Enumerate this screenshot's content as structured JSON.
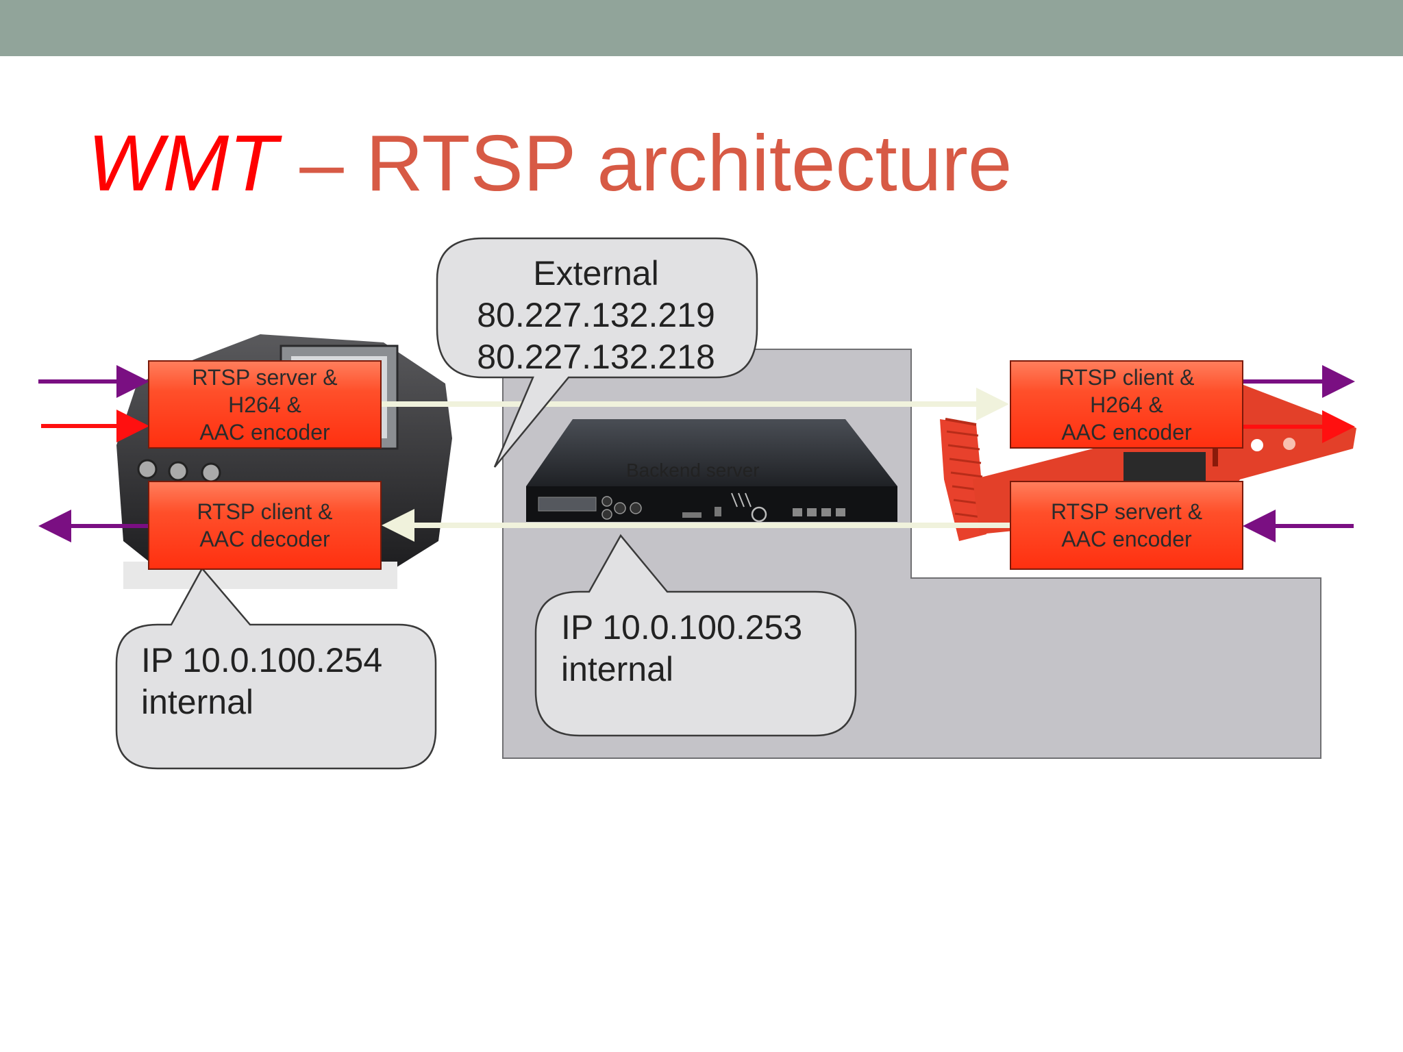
{
  "colors": {
    "topbar": "#91a49a",
    "title_accent": "#ff0000",
    "title_main": "#d75a45",
    "box_fill": "#ff4a22",
    "callout_fill": "#e1e1e3",
    "region_fill": "#c4c3c8",
    "arrow_purple": "#7a0f82",
    "arrow_red": "#ff1010",
    "link_line": "#f0f2dc"
  },
  "title": {
    "accent": "WMT",
    "rest": " – RTSP architecture"
  },
  "boxes": {
    "left_top": {
      "lines": [
        "RTSP server &",
        "H264 &",
        "AAC encoder"
      ]
    },
    "left_bottom": {
      "lines": [
        "RTSP client &",
        "AAC decoder"
      ]
    },
    "right_top": {
      "lines": [
        "RTSP client &",
        "H264 &",
        "AAC encoder"
      ]
    },
    "right_bottom": {
      "lines": [
        "RTSP servert &",
        "AAC encoder"
      ]
    }
  },
  "callouts": {
    "external": {
      "lines": [
        "External",
        "80.227.132.219",
        "80.227.132.218"
      ]
    },
    "left_ip": {
      "lines": [
        "IP 10.0.100.254",
        "internal"
      ]
    },
    "center_ip": {
      "lines": [
        "IP 10.0.100.253",
        "internal"
      ]
    }
  },
  "backend_label": "Backend server"
}
